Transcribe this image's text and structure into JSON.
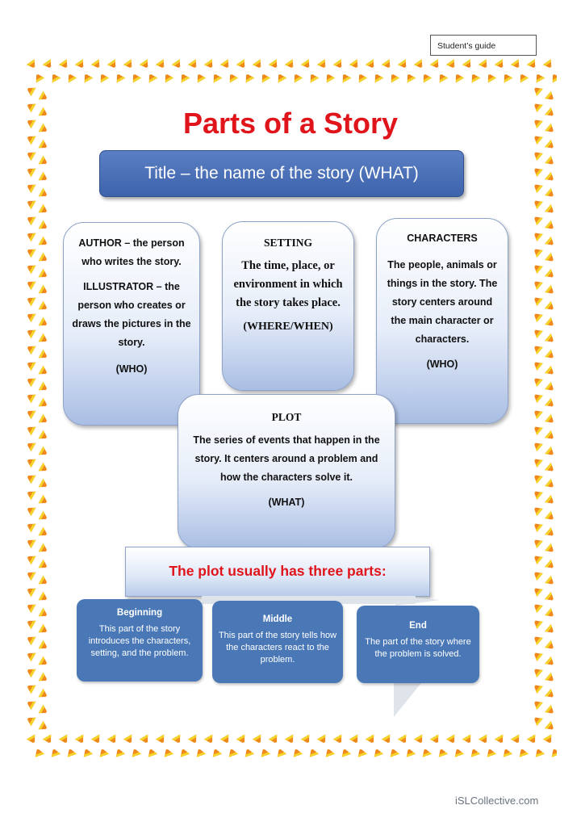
{
  "corner_label": "Student’s guide",
  "title": "Parts of a Story",
  "title_bar": "Title – the name of the story (WHAT)",
  "author_card": {
    "line1": "AUTHOR – the person who writes the story.",
    "line2": "ILLUSTRATOR – the person who creates or draws the pictures in the story.",
    "tag": "(WHO)"
  },
  "setting_card": {
    "heading": "SETTING",
    "body": "The time, place, or environment in which the story takes place.",
    "tag": "(WHERE/WHEN)"
  },
  "characters_card": {
    "heading": "CHARACTERS",
    "body": "The people, animals or things in the story. The story centers around the main character or characters.",
    "tag": "(WHO)"
  },
  "plot_card": {
    "heading": "PLOT",
    "body": "The series of events that happen in the story. It centers around a problem and how the characters solve it.",
    "tag": "(WHAT)"
  },
  "plot_subhead": "The plot usually has three parts:",
  "steps": [
    {
      "heading": "Beginning",
      "body": "This part of the story introduces the characters, setting, and the problem."
    },
    {
      "heading": "Middle",
      "body": "This part of the story tells how the characters react to the problem."
    },
    {
      "heading": "End",
      "body": "The part of the story where the problem is solved."
    }
  ],
  "watermark": "iSLCollective.com",
  "colors": {
    "title_red": "#e0141b",
    "bar_blue": "#3d63ab",
    "step_blue": "#4a78b7",
    "candy_orange": "#f08a1c",
    "candy_yellow": "#f5d32a"
  }
}
